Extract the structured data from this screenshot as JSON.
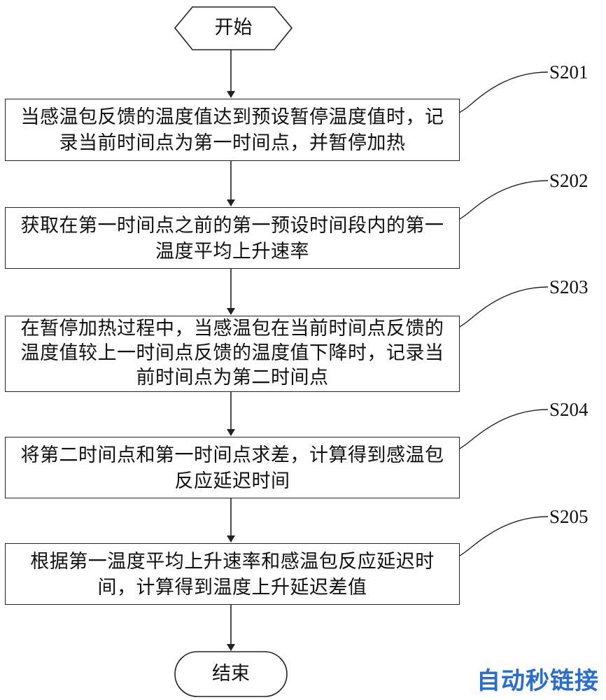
{
  "start": {
    "label": "开始"
  },
  "end": {
    "label": "结束"
  },
  "steps": [
    {
      "id": "S201",
      "lines": [
        "当感温包反馈的温度值达到预设暂停温度值时，记",
        "录当前时间点为第一时间点，并暂停加热"
      ]
    },
    {
      "id": "S202",
      "lines": [
        "获取在第一时间点之前的第一预设时间段内的第一",
        "温度平均上升速率"
      ]
    },
    {
      "id": "S203",
      "lines": [
        "在暂停加热过程中，当感温包在当前时间点反馈的",
        "温度值较上一时间点反馈的温度值下降时，记录当",
        "前时间点为第二时间点"
      ]
    },
    {
      "id": "S204",
      "lines": [
        "将第二时间点和第一时间点求差，计算得到感温包",
        "反应延迟时间"
      ]
    },
    {
      "id": "S205",
      "lines": [
        "根据第一温度平均上升速率和感温包反应延迟时",
        "间，计算得到温度上升延迟差值"
      ]
    }
  ],
  "watermark": {
    "text": "自动秒链接"
  }
}
